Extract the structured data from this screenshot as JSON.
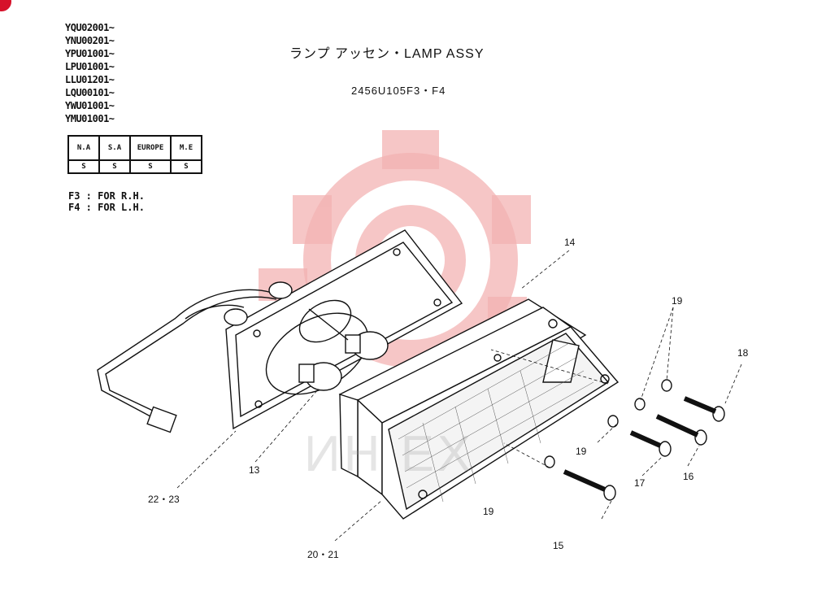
{
  "serial_numbers": [
    "YQU02001~",
    "YNU00201~",
    "YPU01001~",
    "LPU01001~",
    "LLU01201~",
    "LQU00101~",
    "YWU01001~",
    "YMU01001~"
  ],
  "title": "ランプ アッセン・LAMP ASSY",
  "part_code": "2456U105F3・F4",
  "market_table": {
    "headers": [
      "N.A",
      "S.A",
      "EUROPE",
      "M.E"
    ],
    "values": [
      "S",
      "S",
      "S",
      "S"
    ]
  },
  "notes": [
    "F3 : FOR R.H.",
    "F4 : FOR L.H."
  ],
  "callouts": {
    "c14": "14",
    "c19a": "19",
    "c18": "18",
    "c19b": "19",
    "c17": "17",
    "c16": "16",
    "c19c": "19",
    "c15": "15",
    "c13": "13",
    "c2223": "22・23",
    "c2021": "20・21"
  },
  "watermark_text": "ИН   ЕХ",
  "colors": {
    "watermark": "#f0a0a0",
    "line": "#111111",
    "corner_mark": "#d6112a"
  }
}
